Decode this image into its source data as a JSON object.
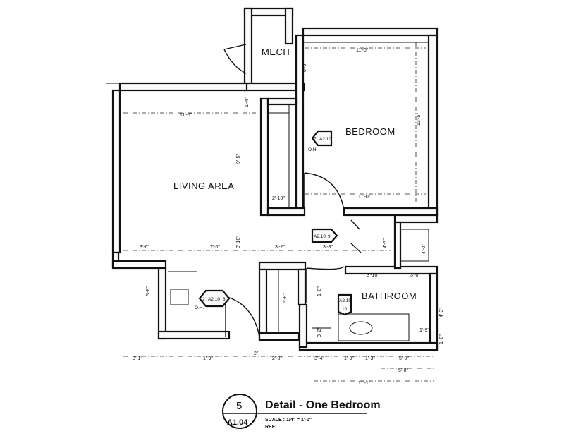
{
  "rooms": {
    "mech": "MECH",
    "bedroom": "BEDROOM",
    "living": "LIVING AREA",
    "bathroom": "BATHROOM"
  },
  "dimensions": {
    "bed_width_top": "11'-0\"",
    "bed_height": "13'-5\"",
    "bed_width_bottom": "11'-0\"",
    "living_width": "11'-6\"",
    "living_height": "9'-5\"",
    "mech_height": "6'-5\"",
    "closet_height": "1'-4\"",
    "closet_width": "2'-10\"",
    "hall_left": "3'-6\"",
    "hall_mid": "7'-6\"",
    "hall_right_a": "3'-2\"",
    "hall_right_b": "3'-8\"",
    "living_v": "3'-10\"",
    "pass_width": "4'-3\"",
    "bath_top": "3'-10\"",
    "bath_top_b": "3'-0\"",
    "bath_v": "1'-0\"",
    "bath_side": "4'-3\"",
    "bath_fixture": "1'-9\"",
    "bath_shower": "5'-0\"",
    "entry_v": "5'-8\"",
    "hall_v": "5'-8\"",
    "closet2_v": "3'-2\"",
    "bot_a": "3'-1\"",
    "bot_b": "1'-9\"",
    "bot_c": "2\"",
    "bot_d": "2'-8\"",
    "bot_e": "3'-4\"",
    "bot_f": "1'-9\"",
    "bot_g": "1'-3\"",
    "bot_h": "5'-0\"",
    "bot_total": "11'-1\"",
    "bath_r1": "4'-0\"",
    "bath_r2": "1'-0\""
  },
  "tags": {
    "bed_num": "7",
    "bed_sheet": "A2.10",
    "bed_note": "O.H.",
    "hall_sheet": "A2.10",
    "hall_num": "9",
    "entry_num": "2",
    "entry_sheet": "A2.10",
    "entry_num2": "8",
    "entry_note": "O.H.",
    "bath_sheet": "A2.10",
    "bath_num": "10"
  },
  "title_block": {
    "number": "5",
    "sheet": "A1.04",
    "title": "Detail - One Bedroom",
    "scale": "SCALE : 1/4\" = 1'-0\"",
    "ref": "REF:"
  },
  "colors": {
    "line": "#111111",
    "paper": "#ffffff"
  }
}
